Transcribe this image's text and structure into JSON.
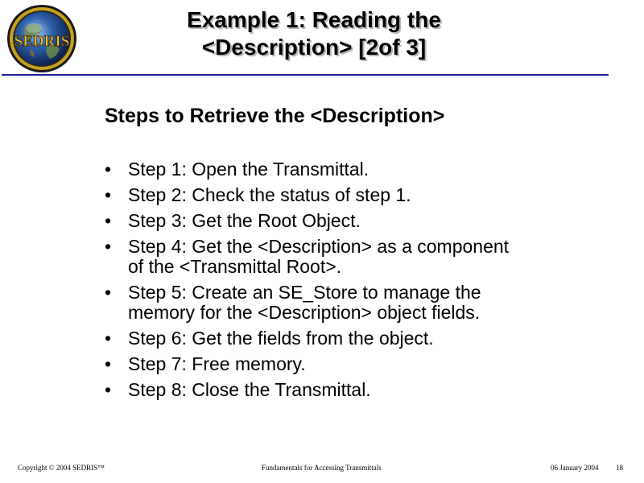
{
  "logo": {
    "text": "SEDRIS",
    "icon": "sedris-globe-logo",
    "colors": {
      "ring": "#1a1a1a",
      "gold": "#c9a21b",
      "globe": "#2c5fa8",
      "land": "#6a8a4a"
    }
  },
  "title": {
    "line1": "Example 1: Reading the",
    "line2": "<Description> [2of 3]"
  },
  "rule_color": "#1f1f9e",
  "subtitle": "Steps to Retrieve the <Description>",
  "bullet": "•",
  "steps": [
    {
      "line1": "Step 1: Open the Transmittal.",
      "line2": ""
    },
    {
      "line1": "Step 2: Check the status of step 1.",
      "line2": ""
    },
    {
      "line1": "Step 3: Get the Root Object.",
      "line2": ""
    },
    {
      "line1": "Step 4: Get the <Description> as a component",
      "line2": "of the <Transmittal Root>."
    },
    {
      "line1": "Step 5: Create an SE_Store to manage the",
      "line2": "memory for the <Description> object fields."
    },
    {
      "line1": "Step 6: Get the fields from the object.",
      "line2": ""
    },
    {
      "line1": "Step 7: Free memory.",
      "line2": ""
    },
    {
      "line1": "Step 8: Close the Transmittal.",
      "line2": ""
    }
  ],
  "footer": {
    "copyright": "Copyright © 2004 SEDRIS™",
    "center": "Fundamentals for Accessing Transmittals",
    "date": "06 January 2004",
    "page": "18"
  }
}
